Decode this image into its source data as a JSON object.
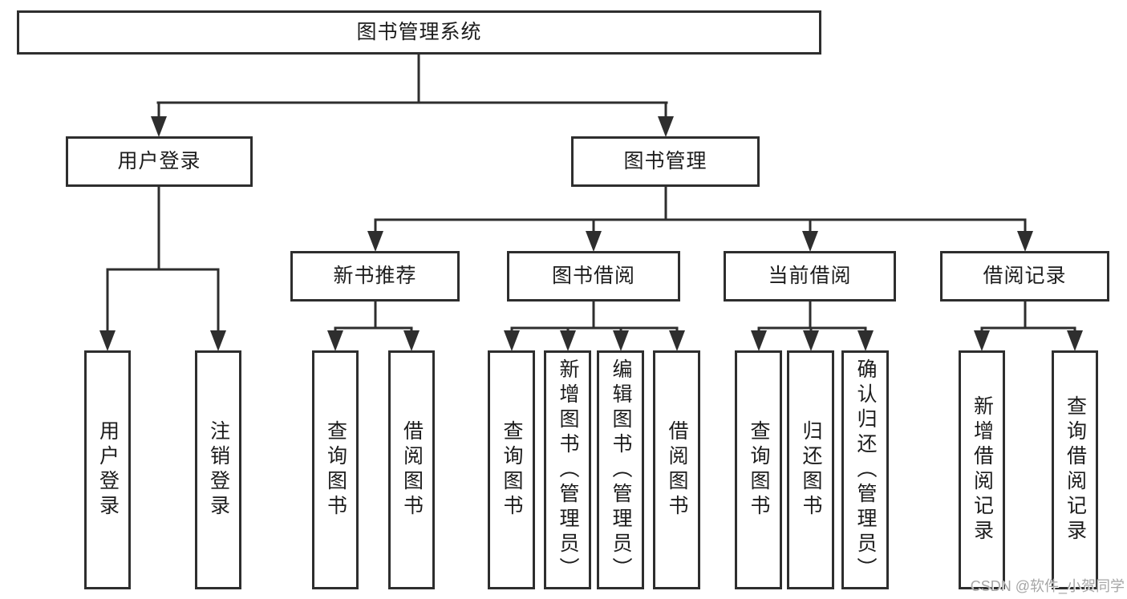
{
  "diagram": {
    "root": {
      "label": "图书管理系统"
    },
    "level2": [
      {
        "label": "用户登录"
      },
      {
        "label": "图书管理"
      }
    ],
    "level3": [
      {
        "label": "新书推荐"
      },
      {
        "label": "图书借阅"
      },
      {
        "label": "当前借阅"
      },
      {
        "label": "借阅记录"
      }
    ],
    "leaves": [
      {
        "label": "用户登录"
      },
      {
        "label": "注销登录"
      },
      {
        "label": "查询图书"
      },
      {
        "label": "借阅图书"
      },
      {
        "label": "查询图书"
      },
      {
        "label": "新增图书（管理员）"
      },
      {
        "label": "编辑图书（管理员）"
      },
      {
        "label": "借阅图书"
      },
      {
        "label": "查询图书"
      },
      {
        "label": "归还图书"
      },
      {
        "label": "确认归还（管理员）"
      },
      {
        "label": "新增借阅记录"
      },
      {
        "label": "查询借阅记录"
      }
    ],
    "watermark": "CSDN @软件_小贺同学",
    "colors": {
      "line": "#2e2e2e",
      "text": "#1c1c1c",
      "background": "#ffffff",
      "watermark": "#a6a6a6"
    }
  }
}
